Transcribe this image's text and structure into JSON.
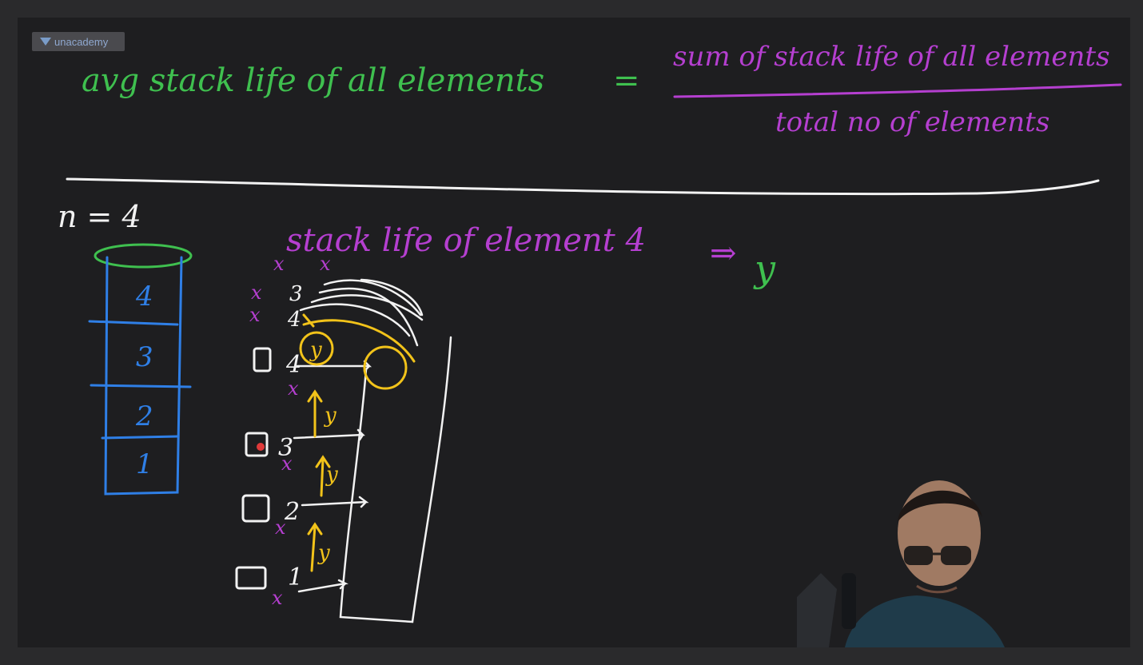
{
  "app": {
    "brand": "unacademy"
  },
  "board": {
    "formula": {
      "lhs": "avg stack life of all elements",
      "equals": "=",
      "numerator": "sum of stack life of all elements",
      "denominator": "total no of elements"
    },
    "n_label": "n = 4",
    "stack_cells": [
      "4",
      "3",
      "2",
      "1"
    ],
    "heading": "stack life of element 4",
    "arrow": "⇒",
    "result": "y",
    "timeline": {
      "rows": [
        "4",
        "3",
        "2",
        "1"
      ],
      "upper_labels": [
        "3",
        "4"
      ],
      "marks": [
        "x",
        "x",
        "x",
        "x",
        "x",
        "x",
        "x",
        "x"
      ],
      "y_marks": [
        "y",
        "y",
        "y"
      ],
      "circled_label": "y"
    }
  },
  "colors": {
    "background": "#1e1e20",
    "green": "#3fc04f",
    "purple": "#b53fd0",
    "blue": "#2f7fe6",
    "yellow": "#f2c31a",
    "white": "#f2f2f2"
  },
  "icons": {
    "logo": "unacademy-logo-icon",
    "recording": "record-dot-icon"
  },
  "webcam": {
    "label": "presenter-video"
  }
}
